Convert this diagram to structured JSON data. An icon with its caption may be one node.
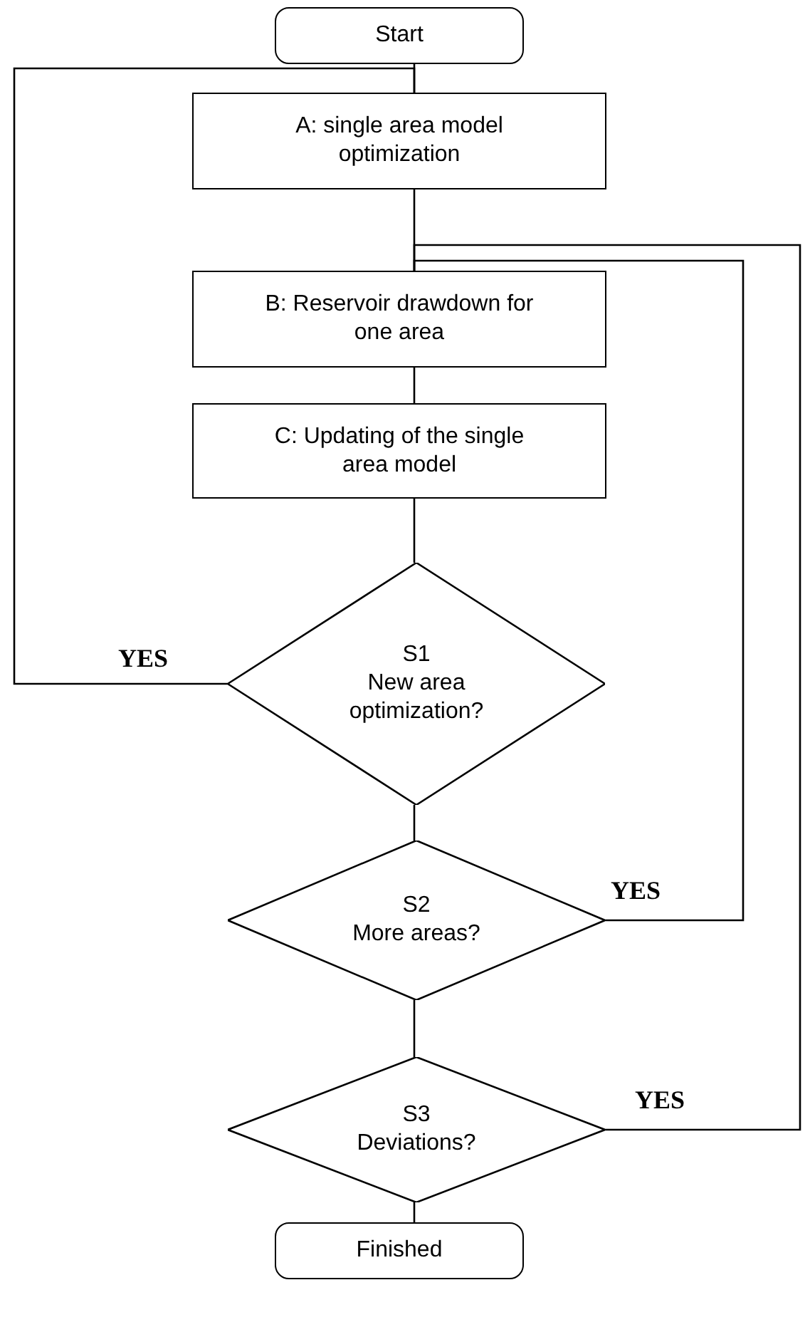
{
  "diagram": {
    "nodes": [
      {
        "text": [
          "Start"
        ]
      },
      {
        "text": [
          "A: single area model optimization"
        ]
      },
      {
        "text": [
          "B: Reservoir drawdown for one area"
        ]
      },
      {
        "text": [
          "C: Updating of the single area model"
        ]
      },
      {
        "text": [
          "S1",
          "New area optimization?"
        ]
      },
      {
        "text": [
          "S2",
          "More areas?"
        ]
      },
      {
        "text": [
          "S3",
          "Deviations?"
        ]
      },
      {
        "text": [
          "Finished"
        ]
      }
    ],
    "edges": [
      {
        "from": 0,
        "to": 1,
        "arrow": "none"
      },
      {
        "from": 1,
        "to": 2,
        "arrow": "none"
      },
      {
        "from": 2,
        "to": 3,
        "arrow": "none"
      },
      {
        "from": 3,
        "to": 4,
        "arrow": "none"
      },
      {
        "from": 4,
        "to": 5,
        "arrow": "none"
      },
      {
        "from": 5,
        "to": 6,
        "arrow": "none"
      },
      {
        "from": 6,
        "to": 7,
        "arrow": "none"
      },
      {
        "from": 4,
        "to": 1,
        "arrow": "none",
        "label": "YES"
      },
      {
        "from": 5,
        "to": 2,
        "arrow": "none",
        "label": "YES"
      },
      {
        "from": 6,
        "to": 2,
        "arrow": "none",
        "label": "YES"
      }
    ]
  }
}
